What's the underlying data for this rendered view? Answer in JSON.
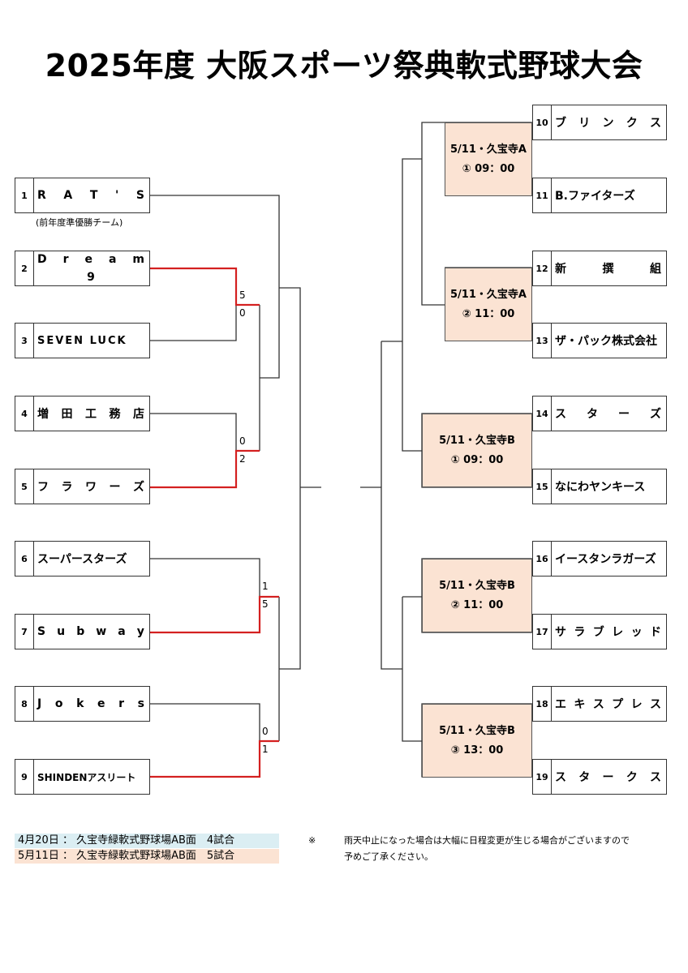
{
  "title": "2025年度 大阪スポーツ祭典軟式野球大会",
  "left_teams": [
    {
      "num": "1",
      "name": "RAT'S",
      "note": "(前年度準優勝チーム)"
    },
    {
      "num": "2",
      "name_line1": "Dream",
      "name_line2": "9"
    },
    {
      "num": "3",
      "name": "SEVEN LUCK"
    },
    {
      "num": "4",
      "name": "増田工務店"
    },
    {
      "num": "5",
      "name": "フラワーズ"
    },
    {
      "num": "6",
      "name": "スーパースターズ"
    },
    {
      "num": "7",
      "name": "Subway"
    },
    {
      "num": "8",
      "name": "Jokers"
    },
    {
      "num": "9",
      "name": "SHINDENアスリート"
    }
  ],
  "right_teams": [
    {
      "num": "10",
      "name": "ブリンクス"
    },
    {
      "num": "11",
      "name": "B.ファイターズ"
    },
    {
      "num": "12",
      "name": "新撰組"
    },
    {
      "num": "13",
      "name": "ザ・パック株式会社"
    },
    {
      "num": "14",
      "name": "スターズ"
    },
    {
      "num": "15",
      "name": "なにわヤンキース"
    },
    {
      "num": "16",
      "name": "イースタンラガーズ"
    },
    {
      "num": "17",
      "name": "サラブレッド"
    },
    {
      "num": "18",
      "name": "エキスプレス"
    },
    {
      "num": "19",
      "name": "スタークス"
    }
  ],
  "scores": {
    "g2_top": "5",
    "g2_bot": "0",
    "g4_top": "0",
    "g4_bot": "2",
    "g6_top": "1",
    "g6_bot": "5",
    "g8_top": "0",
    "g8_bot": "1"
  },
  "games": [
    {
      "line1": "5/11・久宝寺A",
      "line2": "① 09：00"
    },
    {
      "line1": "5/11・久宝寺A",
      "line2": "② 11：00"
    },
    {
      "line1": "5/11・久宝寺B",
      "line2": "① 09：00"
    },
    {
      "line1": "5/11・久宝寺B",
      "line2": "② 11：00"
    },
    {
      "line1": "5/11・久宝寺B",
      "line2": "③ 13：00"
    }
  ],
  "legend": {
    "line1": "4月20日 ： 久宝寺緑軟式野球場AB面　4試合",
    "line2": "5月11日 ： 久宝寺緑軟式野球場AB面　5試合"
  },
  "remark": {
    "mark": "※",
    "line1": "雨天中止になった場合は大幅に日程変更が生じる場合がございますので",
    "line2": "予めご了承ください。"
  },
  "colors": {
    "winner_line": "#d42020",
    "bracket_line": "#333333",
    "game_bg": "#fbe3d3",
    "legend_april_bg": "#dbeef3",
    "legend_may_bg": "#fbe3d3"
  }
}
